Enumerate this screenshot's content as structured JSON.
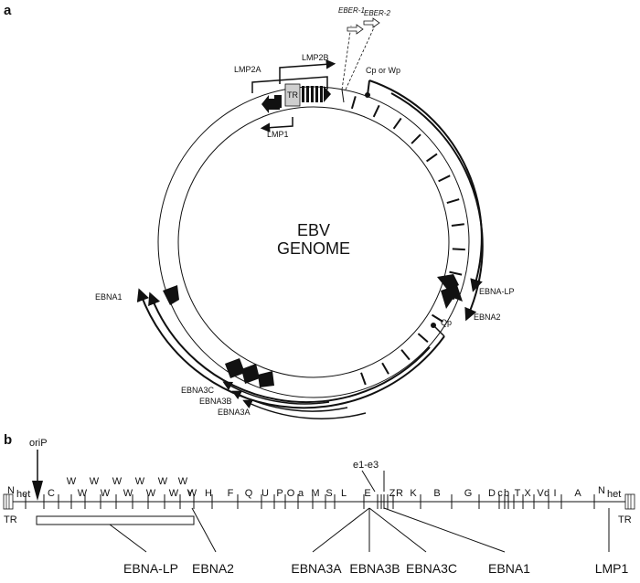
{
  "panels": {
    "a": "a",
    "b": "b"
  },
  "genome": {
    "line1": "EBV",
    "line2": "GENOME"
  },
  "circle_labels": {
    "eber1": "EBER-1",
    "eber2": "EBER-2",
    "lmp2a": "LMP2A",
    "lmp2b": "LMP2B",
    "lmp1": "LMP1",
    "tr": "TR",
    "cp_or_wp": "Cp or Wp",
    "ebna_lp": "EBNA-LP",
    "ebna2": "EBNA2",
    "qp": "Qp",
    "ebna1": "EBNA1",
    "ebna3c": "EBNA3C",
    "ebna3b": "EBNA3B",
    "ebna3a": "EBNA3A"
  },
  "map": {
    "orip": "oriP",
    "e1e3": "e1-e3",
    "tr_left": "TR",
    "tr_right": "TR",
    "n_left": "N",
    "het_left": "het",
    "n_right": "N",
    "het_right": "het",
    "w_fragments": [
      "W",
      "W",
      "W",
      "W",
      "W",
      "W",
      "W",
      "W",
      "W",
      "W",
      "W",
      "W"
    ],
    "fragments": [
      "C",
      "Y",
      "H",
      "F",
      "Q",
      "U",
      "P",
      "O",
      "a",
      "M",
      "S",
      "L",
      "E",
      "Z",
      "R",
      "K",
      "B",
      "G",
      "D",
      "c",
      "b",
      "T",
      "X",
      "V",
      "d",
      "I",
      "A"
    ]
  },
  "genes_bottom": [
    "EBNA-LP",
    "EBNA2",
    "EBNA3A",
    "EBNA3B",
    "EBNA3C",
    "EBNA1",
    "LMP1"
  ]
}
